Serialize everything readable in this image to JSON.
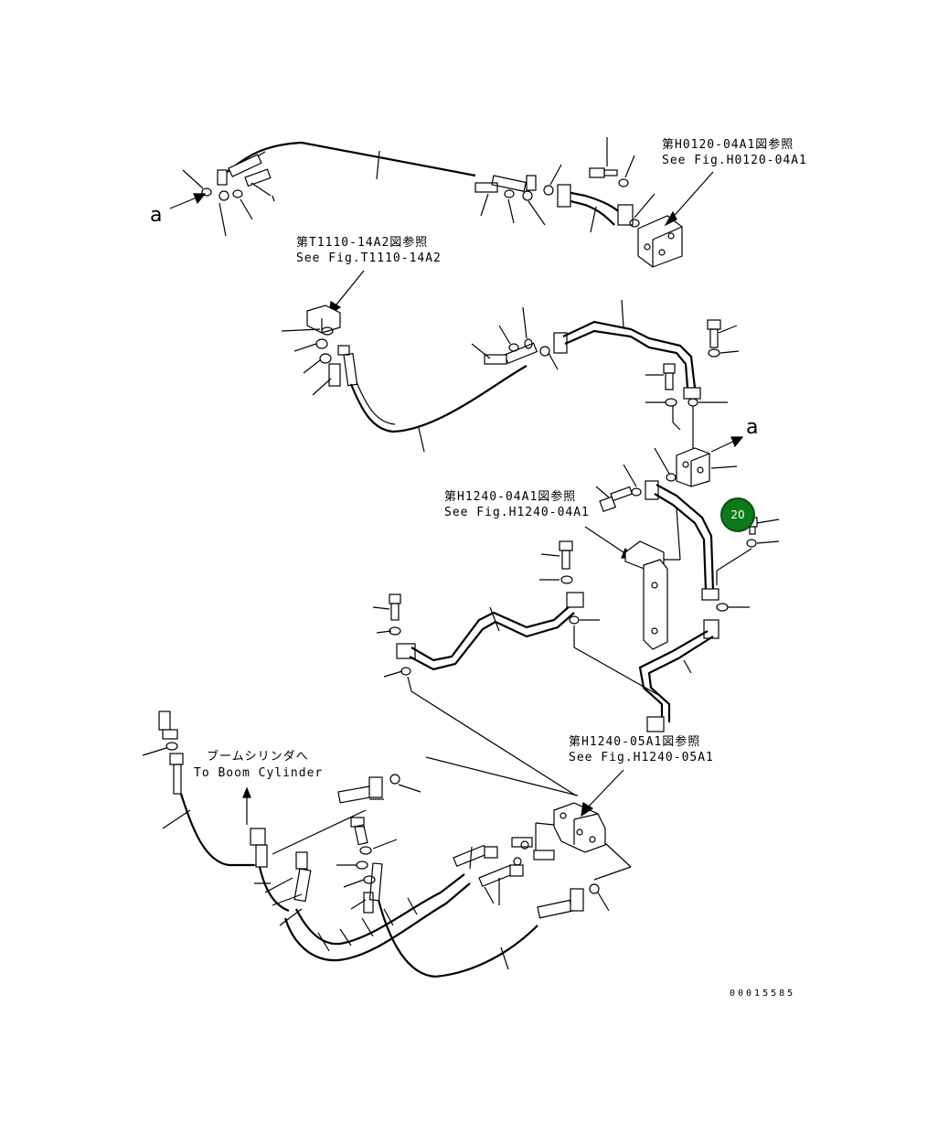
{
  "references": {
    "ref_h0120_jp": "第H0120-04A1図参照",
    "ref_h0120_en": "See Fig.H0120-04A1",
    "ref_t1110_jp": "第T1110-14A2図参照",
    "ref_t1110_en": "See Fig.T1110-14A2",
    "ref_h1240_04_jp": "第H1240-04A1図参照",
    "ref_h1240_04_en": "See Fig.H1240-04A1",
    "ref_h1240_05_jp": "第H1240-05A1図参照",
    "ref_h1240_05_en": "See Fig.H1240-05A1"
  },
  "boom": {
    "jp": "ブームシリンダへ",
    "en": "To Boom Cylinder"
  },
  "markers": {
    "a_left": "a",
    "a_right": "a"
  },
  "callout": {
    "number": "20",
    "color": "#0d7a1a"
  },
  "drawing_number": "00015585"
}
